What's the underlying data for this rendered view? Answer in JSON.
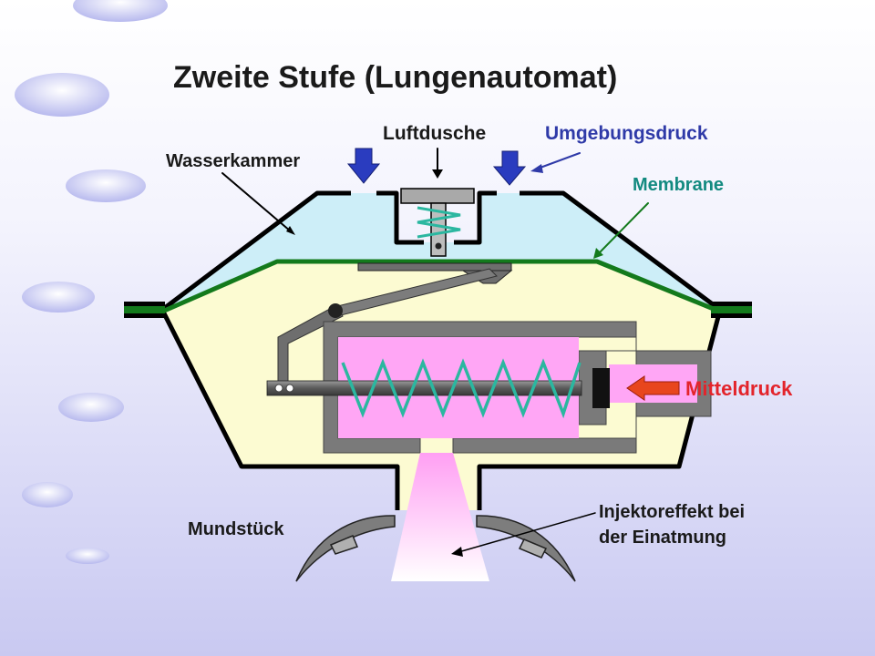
{
  "title": "Zweite Stufe (Lungenautomat)",
  "labels": {
    "luftdusche": "Luftdusche",
    "umgebungsdruck": "Umgebungsdruck",
    "wasserkammer": "Wasserkammer",
    "membrane": "Membrane",
    "mitteldruck": "Mitteldruck",
    "mundstueck": "Mundstück",
    "injektoreffekt_line1": "Injektoreffekt bei",
    "injektoreffekt_line2": "der Einatmung"
  },
  "colors": {
    "title_text": "#1a1a1a",
    "umgebungsdruck_text": "#2f3aa8",
    "membrane_text": "#138a80",
    "mitteldruck_text": "#e3242b",
    "water_chamber": "#cdeef8",
    "air_chamber": "#fcfbd2",
    "membrane_line": "#137a1c",
    "valve_chamber": "#ffa6f5",
    "spring": "#2bb7a0",
    "pressure_arrow": "#2a3cbf",
    "mitteldruck_arrow": "#e8461d",
    "body_outline": "#000000",
    "metal": "#7a7a7a"
  },
  "icons": {
    "pressure_arrows": "down-arrow-icon",
    "mitteldruck_arrow": "left-arrow-icon",
    "springs": "spring-icon"
  }
}
